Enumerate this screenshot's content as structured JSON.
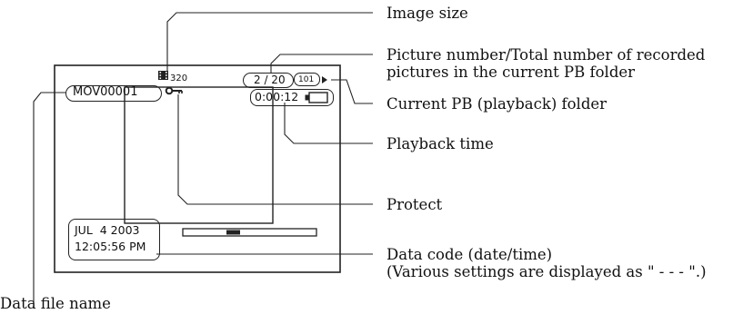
{
  "screen": {
    "image_size_value": "320",
    "file_name": "MOV00001",
    "picture_counter": "2 / 20",
    "folder_number": "101",
    "playback_time": "0:00:12",
    "date": "JUL  4 2003",
    "time": "12:05:56 PM"
  },
  "callouts": {
    "image_size": "Image size",
    "picture_number_line1": "Picture number/Total number of recorded",
    "picture_number_line2": "pictures in the current PB folder",
    "current_folder": "Current PB (playback) folder",
    "playback_time": "Playback time",
    "protect": "Protect",
    "data_code_line1": "Data code (date/time)",
    "data_code_line2": "(Various settings are displayed as \" - - - \".)",
    "data_file_name": "Data file name"
  },
  "icons": [
    "film-icon",
    "key-icon",
    "folder-arrow-icon",
    "battery-icon"
  ],
  "colors": {
    "line": "#222222",
    "background": "#ffffff"
  }
}
